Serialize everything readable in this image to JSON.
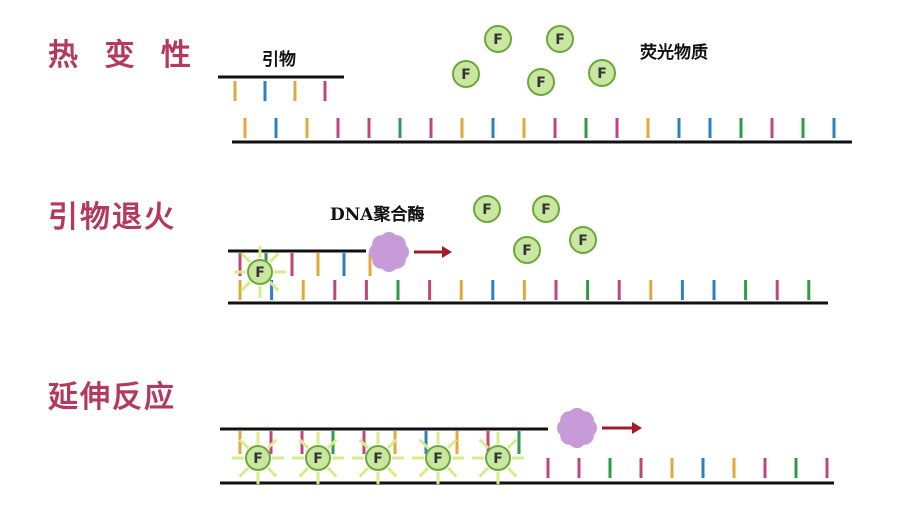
{
  "stages": [
    {
      "title": "热 变 性"
    },
    {
      "title": "引物退火"
    },
    {
      "title": "延伸反应"
    }
  ],
  "labels": {
    "primer": "引物",
    "fluorophore": "荧光物质",
    "polymerase": "DNA聚合酶"
  },
  "fluor_letter": "F",
  "colors": {
    "title": "#b33a5e",
    "strand": "#111111",
    "tick_yellow": "#e3a83a",
    "tick_blue": "#2b7fc3",
    "tick_green": "#2f9a48",
    "tick_magenta": "#c2457a",
    "fluor_fill": "#c9e7a0",
    "fluor_stroke": "#6aa83a",
    "polymerase": "#c79ad8",
    "arrow": "#a01c2c"
  }
}
